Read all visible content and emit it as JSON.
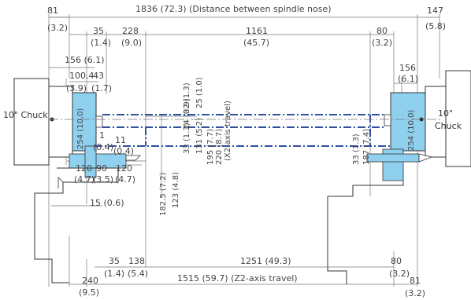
{
  "colors": {
    "fixture": "#8fd0ee",
    "axis": "#2f4f9f",
    "line": "#555555",
    "machine": "#333333"
  },
  "top": {
    "d81": "81",
    "d81_in": "(3.2)",
    "total": "1836 (72.3) (Distance between spindle nose)",
    "d147": "147",
    "d147_in": "(5.8)",
    "d35": "35",
    "d35_in": "(1.4)",
    "d228": "228",
    "d228_in": "(9.0)",
    "d1161": "1161",
    "d1161_in": "(45.7)",
    "d80": "80",
    "d80_in": "(3.2)",
    "d156": "156 (6.1)",
    "d100": "100.4",
    "d100_in": "(3.9)",
    "d43": "43",
    "d43_in": "(1.7)",
    "r156": "156",
    "r156_in": "(6.1)"
  },
  "chuck": {
    "left": "10\" Chuck",
    "right_a": "10\"",
    "right_b": "Chuck"
  },
  "vertical": {
    "l254": "254 (10.0)",
    "r254": "254 (10.0)",
    "v182": "182.5 (7.2)",
    "v123": "123 (4.8)",
    "v33": "33 (1.3)",
    "v24": "24 (0.9)",
    "v32": "32 (1.3)",
    "v131": "131 (5.2)",
    "v25": "25 (1.0)",
    "v195": "195 (7.7)",
    "v220": "220 (8.7)",
    "x2": "(X2-axis travel)",
    "r33": "33 (1.3)",
    "r187": "187 (7.4)"
  },
  "mid": {
    "d1": "1",
    "d1_in": "(0.4)",
    "d11": "11",
    "d11_in": "(0.4)",
    "d120a": "120",
    "d120a_in": "(4.7)",
    "d90": "90",
    "d90_in": "(3.5)",
    "d120b": "120",
    "d120b_in": "(4.7)",
    "d15": "15 (0.6)"
  },
  "bottom": {
    "d35": "35",
    "d35_in": "(1.4)",
    "d138": "138",
    "d138_in": "(5.4)",
    "d1251": "1251 (49.3)",
    "d80": "80",
    "d80_in": "(3.2)",
    "d240": "240",
    "d240_in": "(9.5)",
    "d1515": "1515 (59.7) (Z2-axis travel)",
    "d81": "81",
    "d81_in": "(3.2)"
  }
}
